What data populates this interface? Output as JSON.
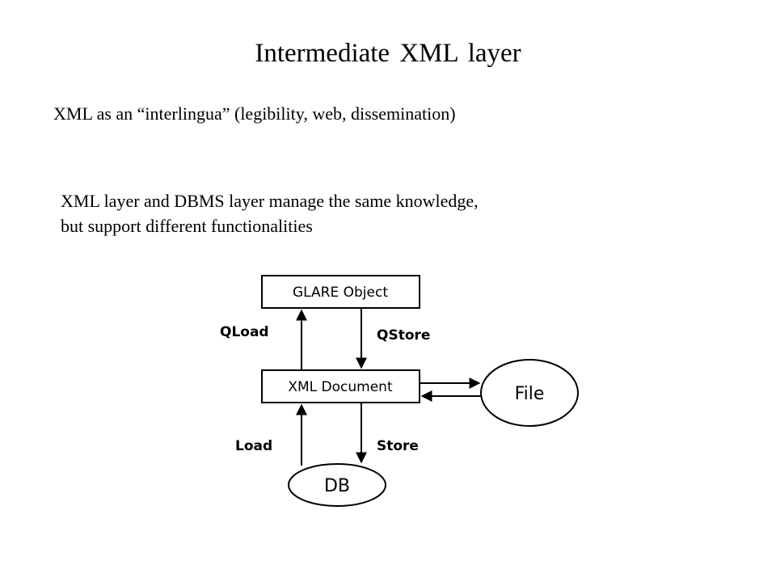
{
  "slide": {
    "title": "Intermediate XML layer",
    "point1": "XML as an “interlingua” (legibility, web, dissemination)",
    "point2_line1": "XML layer and DBMS layer manage the same knowledge,",
    "point2_line2": "but support different functionalities"
  },
  "diagram": {
    "nodes": {
      "glare": "GLARE Object",
      "xml": "XML Document",
      "file": "File",
      "db": "DB"
    },
    "edges": {
      "qload": "QLoad",
      "qstore": "QStore",
      "load": "Load",
      "store": "Store"
    }
  }
}
